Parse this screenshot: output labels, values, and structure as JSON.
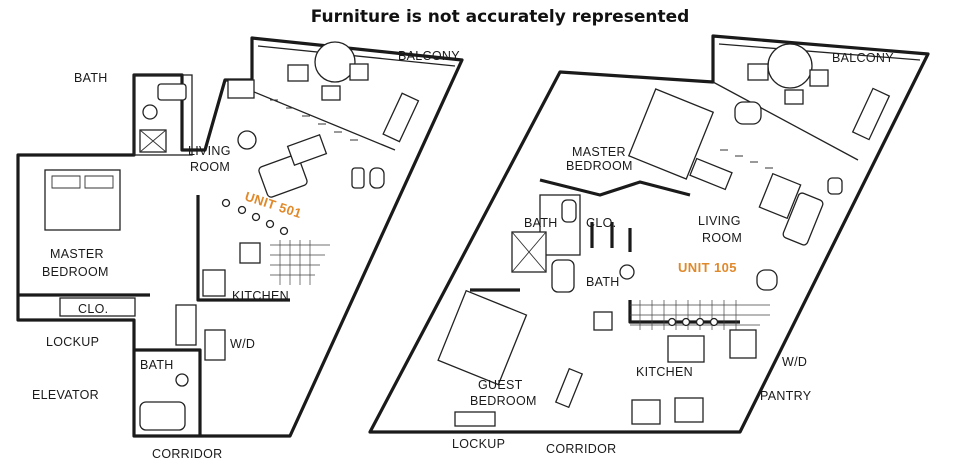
{
  "title": "Furniture is not accurately represented",
  "left_unit": {
    "unit_label": "UNIT 501",
    "rooms": {
      "balcony": "BALCONY",
      "bath_top": "BATH",
      "living_1": "LIVING",
      "living_2": "ROOM",
      "master_1": "MASTER",
      "master_2": "BEDROOM",
      "closet": "CLO.",
      "lockup": "LOCKUP",
      "kitchen": "KITCHEN",
      "washer_dryer": "W/D",
      "bath_bottom": "BATH",
      "elevator": "ELEVATOR",
      "corridor": "CORRIDOR"
    }
  },
  "right_unit": {
    "unit_label": "UNIT 105",
    "rooms": {
      "balcony": "BALCONY",
      "master_1": "MASTER",
      "master_2": "BEDROOM",
      "bath": "BATH",
      "closet": "CLO.",
      "bath2": "BATH",
      "living_1": "LIVING",
      "living_2": "ROOM",
      "guest_1": "GUEST",
      "guest_2": "BEDROOM",
      "kitchen": "KITCHEN",
      "washer_dryer": "W/D",
      "pantry": "PANTRY",
      "lockup": "LOCKUP",
      "corridor": "CORRIDOR"
    }
  },
  "colors": {
    "unit_label": "#e0892b",
    "walls": "#1a1a1a",
    "background": "#ffffff"
  }
}
